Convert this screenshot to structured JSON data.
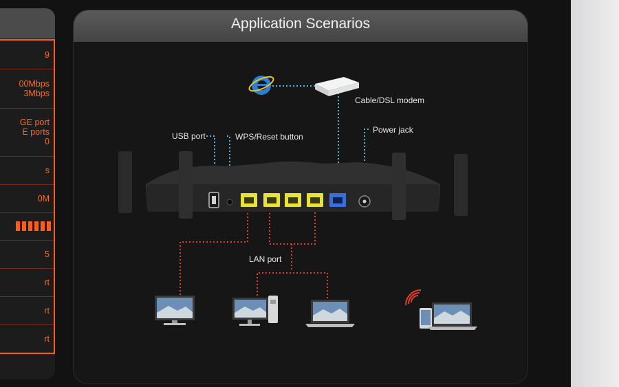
{
  "spec_panel": {
    "rows": [
      {
        "lines": [
          "9"
        ]
      },
      {
        "lines": [
          "00Mbps",
          "3Mbps"
        ]
      },
      {
        "lines": [
          "GE port",
          "E ports",
          "0"
        ]
      },
      {
        "lines": [
          "s"
        ]
      },
      {
        "lines": [
          "0M"
        ]
      },
      {
        "bars": 6
      },
      {
        "lines": [
          "5"
        ]
      },
      {
        "lines": [
          "rt"
        ]
      },
      {
        "lines": [
          "rt"
        ]
      },
      {
        "lines": [
          "rt"
        ]
      }
    ]
  },
  "main": {
    "title": "Application Scenarios",
    "labels": {
      "modem": "Cable/DSL modem",
      "power": "Power jack",
      "usb": "USB port",
      "wps": "WPS/Reset button",
      "lan": "LAN port"
    }
  },
  "colors": {
    "accent": "#ff5a1a",
    "lan_port": "#e8e23a",
    "wan_port": "#3a6fd8",
    "wire_blue": "#4fb5e6",
    "wire_red": "#e0402a"
  }
}
